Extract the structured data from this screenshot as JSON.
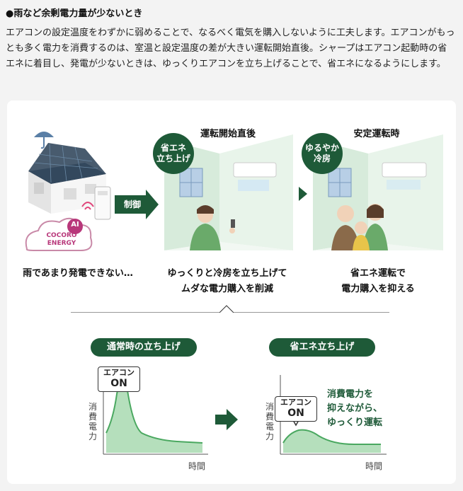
{
  "section": {
    "heading": "●雨など余剰電力量が少ないとき",
    "paragraph": "エアコンの設定温度をわずかに弱めることで、なるべく電気を購入しないように工夫します。エアコンがもっとも多く電力を消費するのは、室温と設定温度の差が大きい運転開始直後。シャープはエアコン起動時の省エネに着目し、発電が少ないときは、ゆっくりエアコンを立ち上げることで、省エネになるようにします。"
  },
  "diagram": {
    "house": {
      "cloud_text_1": "COCORO",
      "cloud_text_2": "ENERGY",
      "ai_badge": "AI",
      "caption": "雨であまり発電できない…"
    },
    "control_arrow_label": "制御",
    "scene_start": {
      "title": "運転開始直後",
      "badge_line1": "省エネ",
      "badge_line2": "立ち上げ",
      "caption_line1": "ゆっくりと冷房を立ち上げて",
      "caption_line2": "ムダな電力購入を削減"
    },
    "scene_stable": {
      "title": "安定運転時",
      "badge_line1": "ゆるやか",
      "badge_line2": "冷房",
      "caption_line1": "省エネ運転で",
      "caption_line2": "電力購入を抑える"
    }
  },
  "graphs": {
    "normal": {
      "pill": "通常時の立ち上げ",
      "callout_line1": "エアコン",
      "callout_line2": "ON",
      "ylabel": "消費電力",
      "xlabel": "時間"
    },
    "eco": {
      "pill": "省エネ立ち上げ",
      "callout_line1": "エアコン",
      "callout_line2": "ON",
      "ylabel": "消費電力",
      "xlabel": "時間",
      "note_line1": "消費電力を",
      "note_line2": "抑えながら、",
      "note_line3": "ゆっくり運転"
    }
  },
  "colors": {
    "brand_green": "#1e5a38",
    "curve_fill": "#a8d9b0",
    "curve_line": "#4aa860",
    "room_wall": "#e6f2e8",
    "background": "#f3f3f3"
  }
}
